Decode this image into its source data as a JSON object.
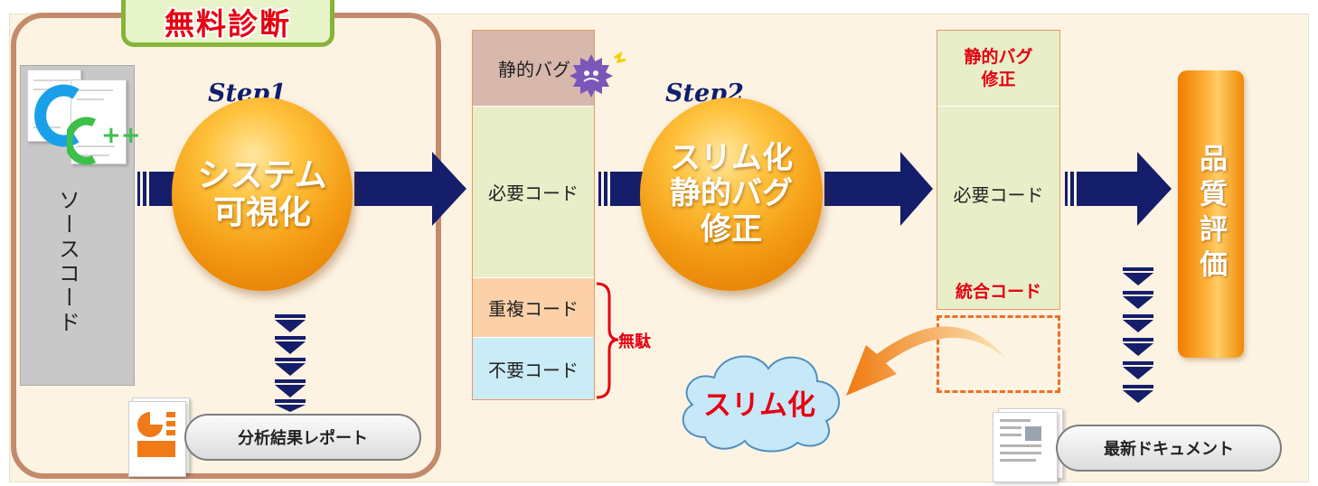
{
  "free_diagnosis_label": "無料診断",
  "source": {
    "label": "ソースコード",
    "icons": [
      "c-language-icon",
      "cpp-language-icon"
    ]
  },
  "step1": {
    "step_label": "Step1",
    "text_line1": "システム",
    "text_line2": "可視化"
  },
  "step2": {
    "step_label": "Step2",
    "text_line1": "スリム化",
    "text_line2": "静的バグ",
    "text_line3": "修正"
  },
  "column_before": {
    "segment_bug": "静的バグ",
    "segment_needed": "必要コード",
    "segment_duplicate": "重複コード",
    "segment_unneeded": "不要コード",
    "waste_label": "無駄",
    "bug_icon": "virus-bug-icon"
  },
  "column_after": {
    "segment_fixed_line1": "静的バグ",
    "segment_fixed_line2": "修正",
    "segment_needed": "必要コード",
    "segment_merged": "統合コード"
  },
  "slim_cloud_label": "スリム化",
  "report_analysis": {
    "label": "分析結果レポート",
    "icon": "report-chart-icon"
  },
  "report_docs": {
    "label": "最新ドキュメント",
    "icon": "document-icon"
  },
  "quality_label": "品質評価",
  "colors": {
    "navy_arrow": "#141e6a",
    "orange": "#f39a12",
    "red_text": "#e50012",
    "bug_segment": "#d8b7ad",
    "needed_segment": "#e8efc8",
    "duplicate_segment": "#fcd1a9",
    "unneeded_segment": "#c9ecf6",
    "cloud": "#c7e8f8",
    "frame_brown": "#c48a6c",
    "label_green": "#86b33a"
  }
}
